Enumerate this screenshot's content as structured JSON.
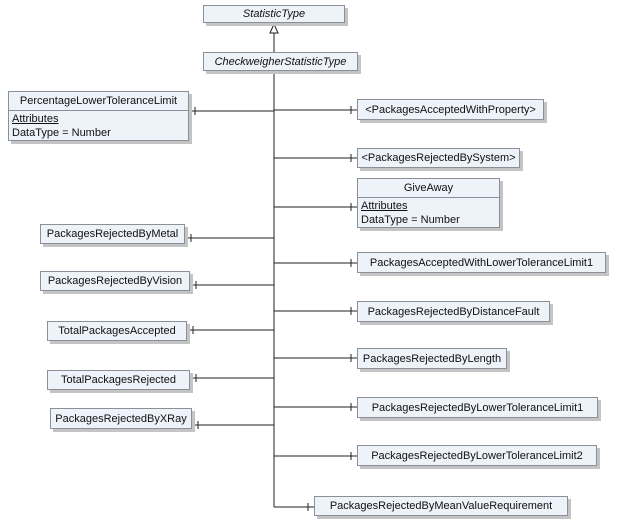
{
  "base_type": {
    "name": "StatisticType"
  },
  "main_type": {
    "name": "CheckweigherStatisticType"
  },
  "attributes_header": "Attributes",
  "left_nodes": [
    {
      "id": "percentage-lower-tolerance-limit",
      "name": "PercentageLowerToleranceLimit",
      "attributes": [
        "DataType = Number"
      ]
    },
    {
      "id": "packages-rejected-by-metal",
      "name": "PackagesRejectedByMetal"
    },
    {
      "id": "packages-rejected-by-vision",
      "name": "PackagesRejectedByVision"
    },
    {
      "id": "total-packages-accepted",
      "name": "TotalPackagesAccepted"
    },
    {
      "id": "total-packages-rejected",
      "name": "TotalPackagesRejected"
    },
    {
      "id": "packages-rejected-by-xray",
      "name": "PackagesRejectedByXRay"
    }
  ],
  "right_nodes": [
    {
      "id": "packages-accepted-with-property",
      "name": "<PackagesAcceptedWithProperty>"
    },
    {
      "id": "packages-rejected-by-system",
      "name": "<PackagesRejectedBySystem>"
    },
    {
      "id": "give-away",
      "name": "GiveAway",
      "attributes": [
        "DataType = Number"
      ]
    },
    {
      "id": "packages-accepted-with-lower-tolerance-limit1",
      "name": "PackagesAcceptedWithLowerToleranceLimit1"
    },
    {
      "id": "packages-rejected-by-distance-fault",
      "name": "PackagesRejectedByDistanceFault"
    },
    {
      "id": "packages-rejected-by-length",
      "name": "PackagesRejectedByLength"
    },
    {
      "id": "packages-rejected-by-lower-tolerance-limit1",
      "name": "PackagesRejectedByLowerToleranceLimit1"
    },
    {
      "id": "packages-rejected-by-lower-tolerance-limit2",
      "name": "PackagesRejectedByLowerToleranceLimit2"
    },
    {
      "id": "packages-rejected-by-mean-value-requirement",
      "name": "PackagesRejectedByMeanValueRequirement"
    }
  ]
}
